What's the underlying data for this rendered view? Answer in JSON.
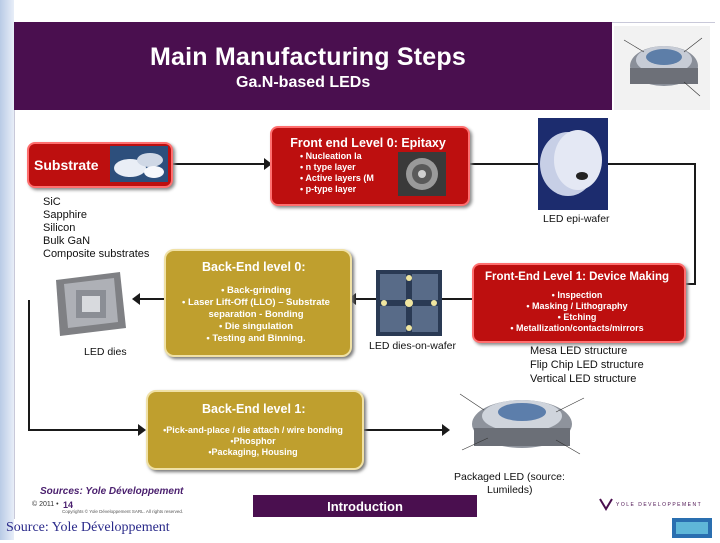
{
  "slide": {
    "title": "Main Manufacturing Steps",
    "subtitle": "Ga.N-based LEDs"
  },
  "substrate": {
    "label": "Substrate",
    "items": [
      "SiC",
      "Sapphire",
      "Silicon",
      "Bulk GaN",
      "Composite substrates"
    ]
  },
  "front_end_0": {
    "title": "Front end Level 0: Epitaxy",
    "bullets": [
      "• Nucleation  la",
      "• n type layer",
      "• Active layers (M",
      "• p-type layer"
    ]
  },
  "epi_wafer": {
    "caption": "LED epi-wafer"
  },
  "front_end_1": {
    "title": "Front-End Level 1: Device Making",
    "bullets": [
      "• Inspection",
      "• Masking / Lithography",
      "• Etching",
      "• Metallization/contacts/mirrors"
    ]
  },
  "structures": [
    "Mesa LED structure",
    "Flip Chip LED structure",
    "Vertical LED structure"
  ],
  "back_end_0": {
    "title": "Back-End level 0:",
    "bullets": [
      "• Back-grinding",
      "• Laser Lift-Off (LLO) – Substrate",
      "separation - Bonding",
      "• Die singulation",
      "• Testing and Binning."
    ]
  },
  "dies_on_wafer": {
    "caption": "LED dies-on-wafer"
  },
  "led_dies": {
    "caption": "LED dies"
  },
  "back_end_1": {
    "title": "Back-End level 1:",
    "bullets": [
      "•Pick-and-place / die attach / wire bonding",
      "•Phosphor",
      "•Packaging, Housing"
    ]
  },
  "packaged_led": {
    "caption_line1": "Packaged LED (source:",
    "caption_line2": "Lumileds)"
  },
  "footer": {
    "sources": "Sources: Yole Développement",
    "copyright_year": "© 2011 •",
    "page_number": "14",
    "copyright_small": "Copyrights © Yole Développement SARL. All rights reserved.",
    "section": "Introduction",
    "logo_text": "YOLE DEVELOPPEMENT",
    "source_caption": "Source: Yole Développement"
  },
  "colors": {
    "header": "#4a0f4f",
    "front_end_box": "#bd0f0f",
    "back_end_box": "#bf9f2e",
    "substrate_box": "#bd0f0f",
    "footer_band": "#4a0f4f"
  }
}
